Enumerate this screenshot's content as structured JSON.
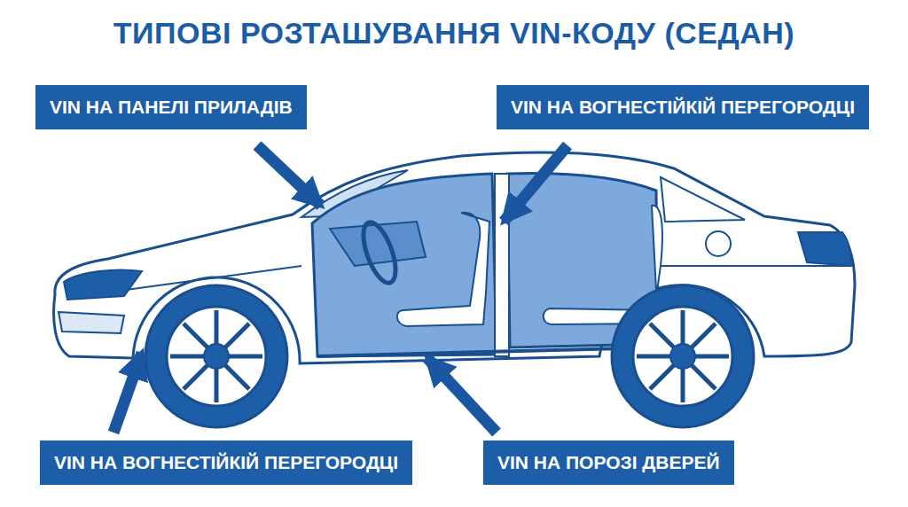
{
  "diagram": {
    "title": "ТИПОВІ РОЗТАШУВАННЯ VIN-КОДУ (СЕДАН)",
    "nodes": [
      {
        "text": [
          "VIN НА ПАНЕЛІ ПРИЛАДІВ"
        ]
      },
      {
        "text": [
          "VIN НА ВОГНЕСТІЙКІЙ ПЕРЕГОРОДЦІ"
        ]
      },
      {
        "text": [
          "VIN НА ВОГНЕСТІЙКІЙ ПЕРЕГОРОДЦІ"
        ]
      },
      {
        "text": [
          "VIN НА ПОРОЗІ ДВЕРЕЙ"
        ]
      }
    ]
  }
}
